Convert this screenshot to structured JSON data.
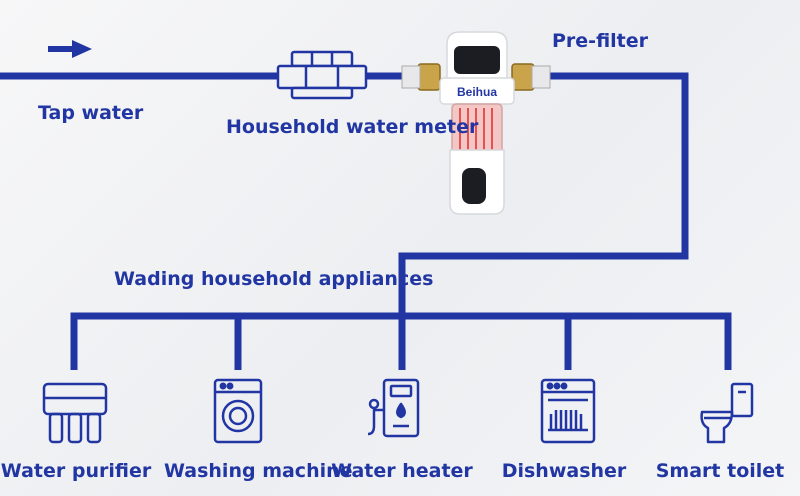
{
  "labels": {
    "tap_water": "Tap water",
    "water_meter": "Household water meter",
    "pre_filter": "Pre-filter",
    "brand": "Beihua",
    "appliances_header": "Wading household appliances"
  },
  "appliances": [
    {
      "label": "Water purifier",
      "icon": "water-purifier-icon"
    },
    {
      "label": "Washing machine",
      "icon": "washing-machine-icon"
    },
    {
      "label": "Water heater",
      "icon": "water-heater-icon"
    },
    {
      "label": "Dishwasher",
      "icon": "dishwasher-icon"
    },
    {
      "label": "Smart toilet",
      "icon": "smart-toilet-icon"
    }
  ],
  "colors": {
    "pipe": "#2236a3",
    "brass": "#c9a44a",
    "filter_red": "#e6504f",
    "background": "#f1f2f4"
  }
}
